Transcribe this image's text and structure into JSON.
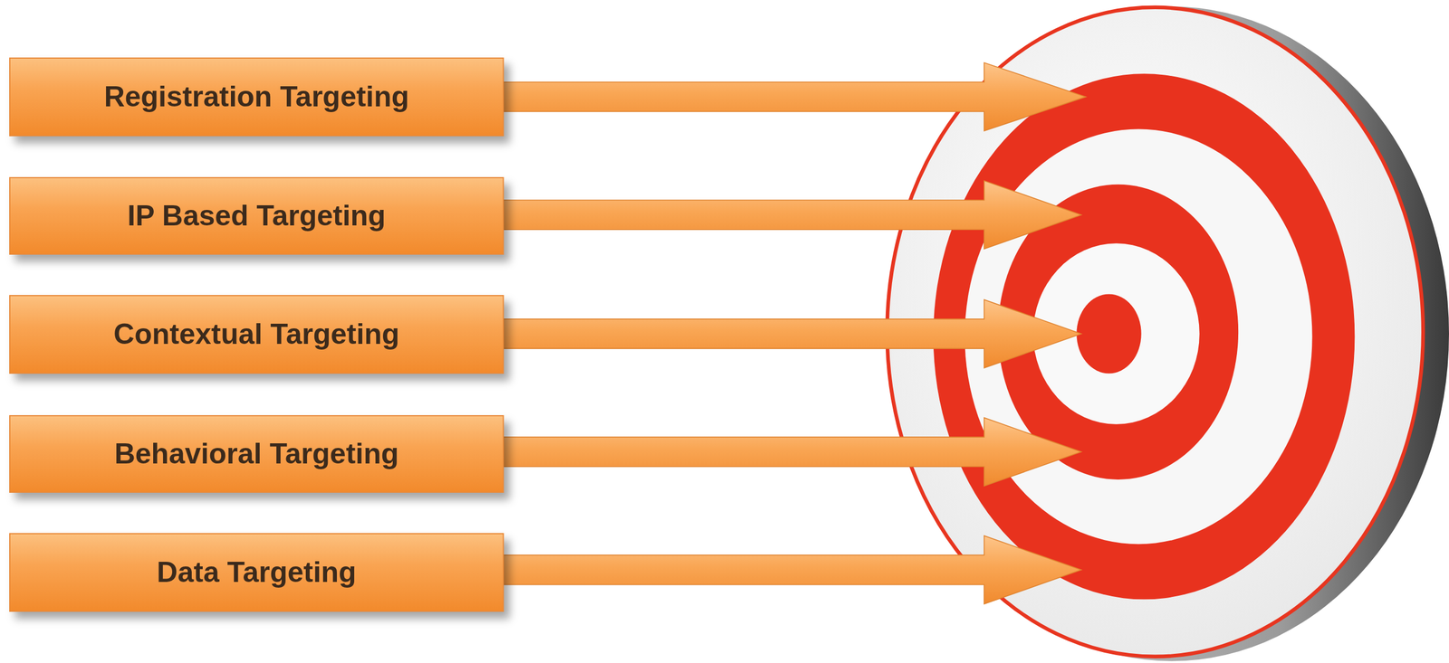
{
  "diagram": {
    "nodes": [
      {
        "text": [
          "Registration Targeting"
        ]
      },
      {
        "text": [
          "IP Based Targeting"
        ]
      },
      {
        "text": [
          "Contextual Targeting"
        ]
      },
      {
        "text": [
          "Behavioral Targeting"
        ]
      },
      {
        "text": [
          "Data Targeting"
        ]
      }
    ]
  }
}
